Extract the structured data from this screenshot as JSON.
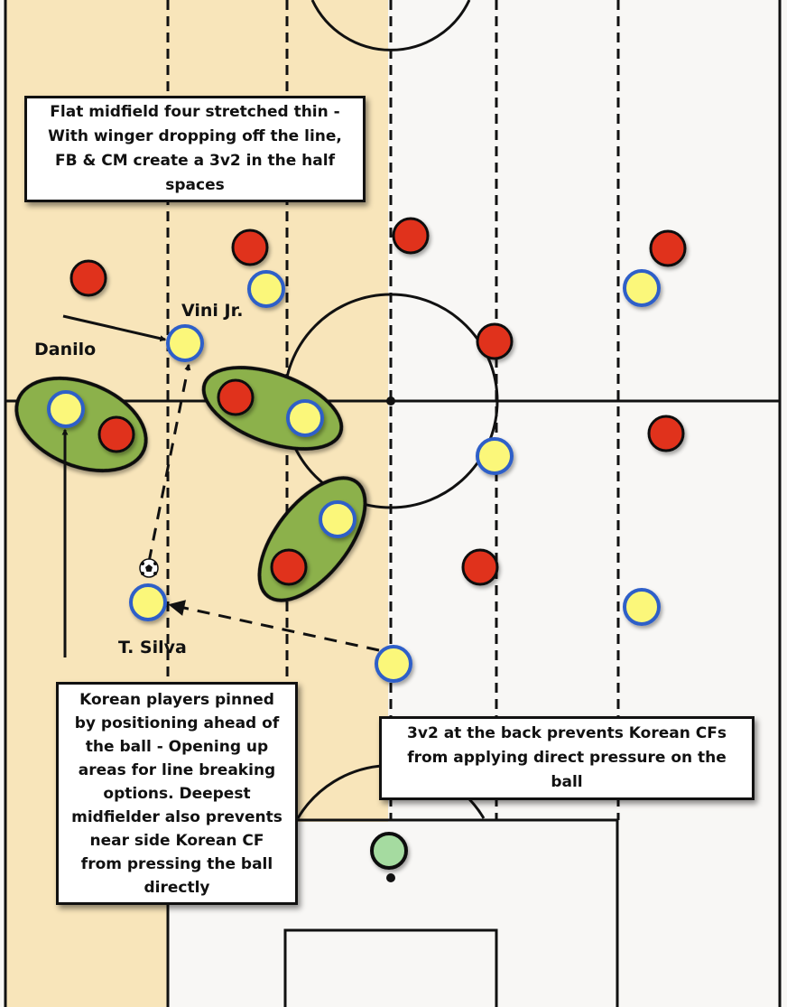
{
  "annotations": {
    "midfield_note": "Flat midfield four stretched thin - With winger dropping off the line, FB & CM create a 3v2 in the half spaces",
    "pinned_note": "Korean players pinned by positioning ahead of the ball - Opening up areas for line breaking options. Deepest midfielder also prevents near side Korean CF from pressing the ball directly",
    "back_note": "3v2 at the back prevents Korean CFs from applying direct pressure on the ball"
  },
  "player_labels": {
    "vini": "Vini Jr.",
    "danilo": "Danilo",
    "silva": "T. Silva"
  },
  "colors": {
    "pitch": "#f8f7f5",
    "highlight_zone": "#f8e5ba",
    "group_fill": "#8cb14c",
    "korea_player": "#e0311f",
    "brazil_player": "#fbf77a",
    "brazil_outline": "#2f5ec8",
    "goalkeeper": "#a5dba0"
  }
}
